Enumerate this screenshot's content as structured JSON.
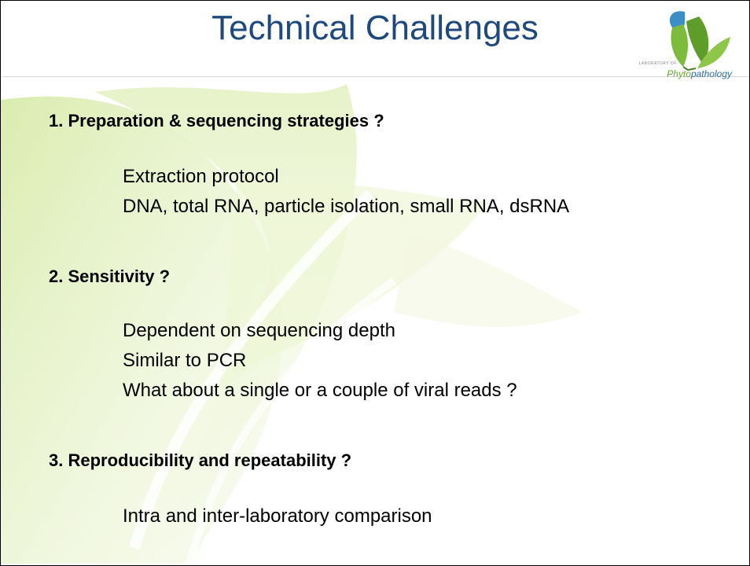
{
  "slide": {
    "title": "Technical Challenges",
    "logo": {
      "small_text": "LABORATORY OF",
      "brand_prefix": "Phyto",
      "brand_suffix": "pathology"
    },
    "sections": [
      {
        "heading": "1. Preparation & sequencing strategies ?",
        "items": [
          "Extraction protocol",
          "DNA, total RNA, particle isolation, small RNA, dsRNA"
        ]
      },
      {
        "heading": "2. Sensitivity ?",
        "items": [
          "Dependent on sequencing depth",
          "Similar to PCR",
          "What about a single or a couple of viral reads ?"
        ]
      },
      {
        "heading": "3. Reproducibility and repeatability ?",
        "items": [
          "Intra and inter-laboratory comparison"
        ]
      }
    ]
  },
  "colors": {
    "title": "#1f497d",
    "leaf_bg": "#dcedb4",
    "logo_leaf": "#6aa632",
    "logo_drop": "#3b8fc6"
  }
}
